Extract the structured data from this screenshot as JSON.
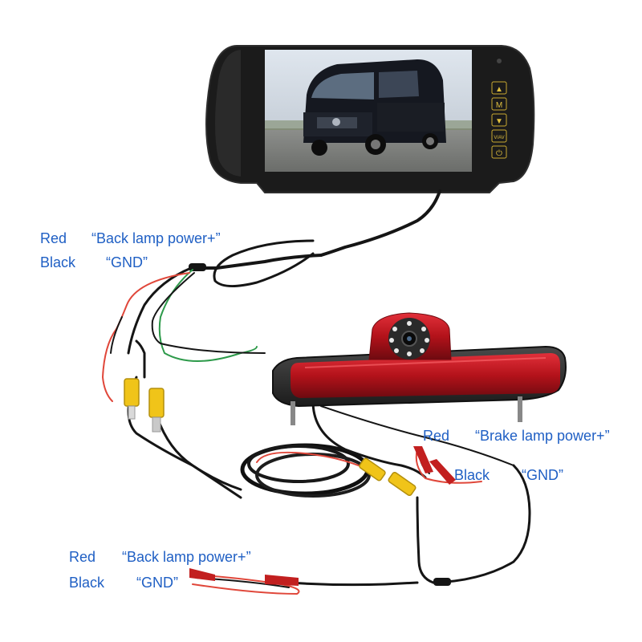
{
  "labels": {
    "top_red": "Red",
    "top_red_func": "“Back lamp power+”",
    "top_black": "Black",
    "top_black_func": "“GND”",
    "brake_red": "Red",
    "brake_red_func": "“Brake lamp power+”",
    "brake_black": "Black",
    "brake_black_func": "“GND”",
    "bottom_red": "Red",
    "bottom_red_func": "“Back lamp power+”",
    "bottom_black": "Black",
    "bottom_black_func": "“GND”"
  },
  "monitor": {
    "buttons": [
      "▲",
      "M",
      "▼",
      "V/AV",
      "⏻"
    ]
  },
  "colors": {
    "label_blue": "#1f5fc4",
    "wire_red": "#e0473a",
    "wire_black": "#151515",
    "rca_yellow": "#f0c419",
    "lamp_red": "#b3121a"
  }
}
